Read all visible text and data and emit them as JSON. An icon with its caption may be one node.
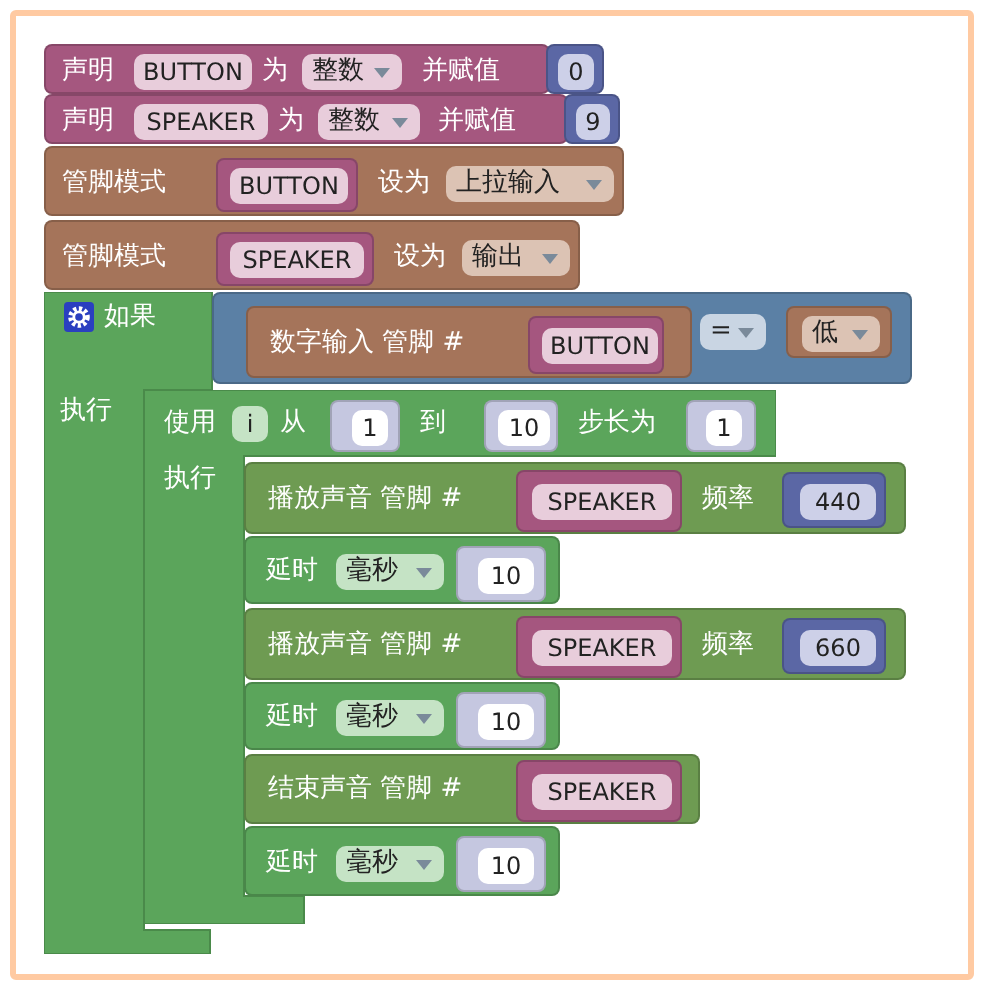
{
  "diagram": {
    "nodes": [
      {
        "text": [
          "声明",
          "BUTTON",
          "为",
          "整数",
          "并赋值"
        ]
      },
      {
        "text": [
          "0"
        ]
      },
      {
        "text": [
          "声明",
          "SPEAKER",
          "为",
          "整数",
          "并赋值"
        ]
      },
      {
        "text": [
          "9"
        ]
      },
      {
        "text": [
          "管脚模式",
          "设为",
          "上拉输入"
        ]
      },
      {
        "text": [
          "BUTTON"
        ],
        "in": 4
      },
      {
        "text": [
          "管脚模式",
          "设为",
          "输出"
        ]
      },
      {
        "text": [
          "SPEAKER"
        ],
        "in": 6
      },
      {
        "text": [
          "如果",
          "执行"
        ]
      },
      {
        "text": [
          "="
        ]
      },
      {
        "text": [
          "数字输入 管脚 #"
        ],
        "in": 9
      },
      {
        "text": [
          "BUTTON"
        ],
        "in": 10
      },
      {
        "text": [
          "低"
        ],
        "in": 9
      },
      {
        "text": [
          "使用",
          "i",
          "从",
          "到",
          "步长为",
          "执行"
        ]
      },
      {
        "text": [
          "1"
        ],
        "in": 13
      },
      {
        "text": [
          "10"
        ],
        "in": 13
      },
      {
        "text": [
          "1"
        ],
        "in": 13
      },
      {
        "text": [
          "播放声音 管脚 #",
          "频率"
        ]
      },
      {
        "text": [
          "SPEAKER"
        ],
        "in": 17
      },
      {
        "text": [
          "440"
        ],
        "in": 17
      },
      {
        "text": [
          "延时",
          "毫秒"
        ]
      },
      {
        "text": [
          "10"
        ],
        "in": 20
      },
      {
        "text": [
          "播放声音 管脚 #",
          "频率"
        ]
      },
      {
        "text": [
          "SPEAKER"
        ],
        "in": 22
      },
      {
        "text": [
          "660"
        ],
        "in": 22
      },
      {
        "text": [
          "延时",
          "毫秒"
        ]
      },
      {
        "text": [
          "10"
        ],
        "in": 25
      },
      {
        "text": [
          "结束声音 管脚 #"
        ]
      },
      {
        "text": [
          "SPEAKER"
        ],
        "in": 27
      },
      {
        "text": [
          "延时",
          "毫秒"
        ]
      },
      {
        "text": [
          "10"
        ],
        "in": 29
      }
    ]
  }
}
